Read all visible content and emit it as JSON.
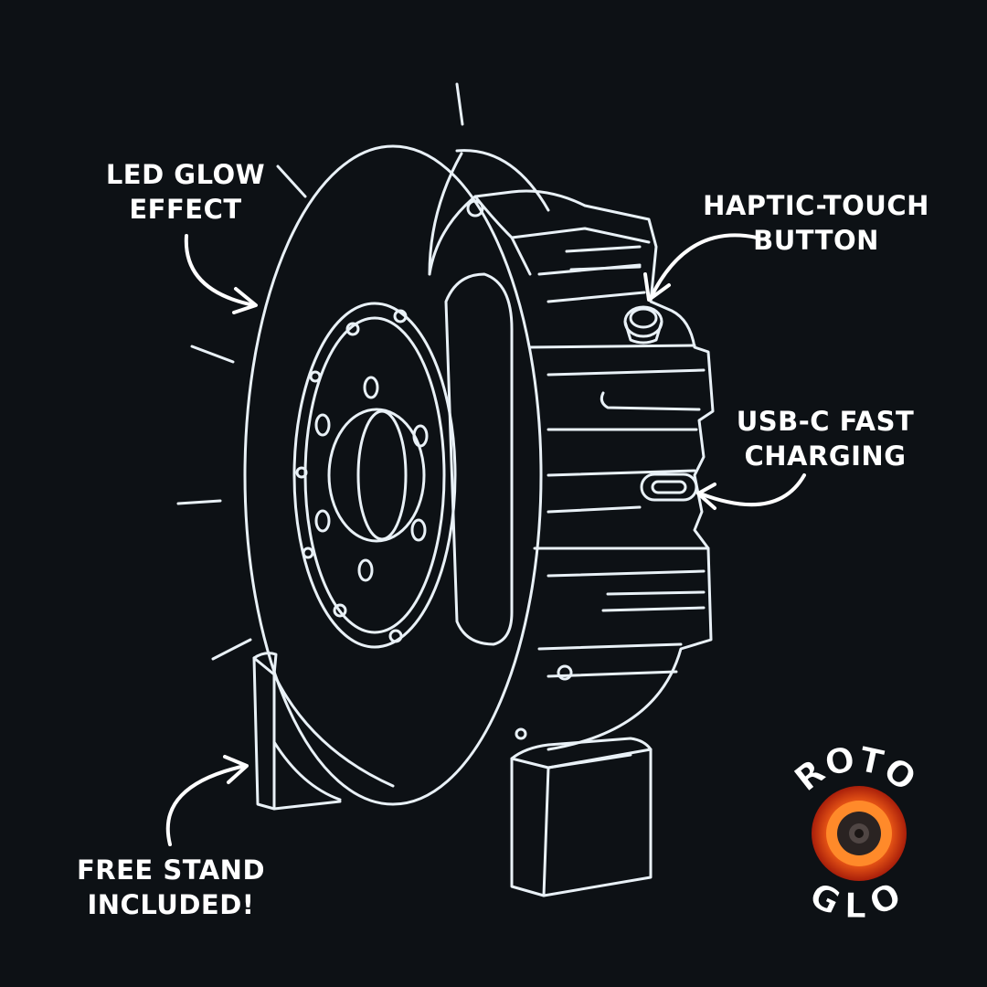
{
  "labels": {
    "led": [
      "LED GLOW",
      "EFFECT"
    ],
    "haptic": [
      "HAPTIC-TOUCH",
      "BUTTON"
    ],
    "usb": [
      "USB-C FAST",
      "CHARGING"
    ],
    "stand": [
      "FREE STAND",
      "INCLUDED!"
    ]
  },
  "logo": {
    "top_word": "ROTO",
    "bottom_word": "GLO",
    "glow_color": "#ff6a1a"
  },
  "colors": {
    "background": "#0d1115",
    "line": "#e9f1f7"
  }
}
